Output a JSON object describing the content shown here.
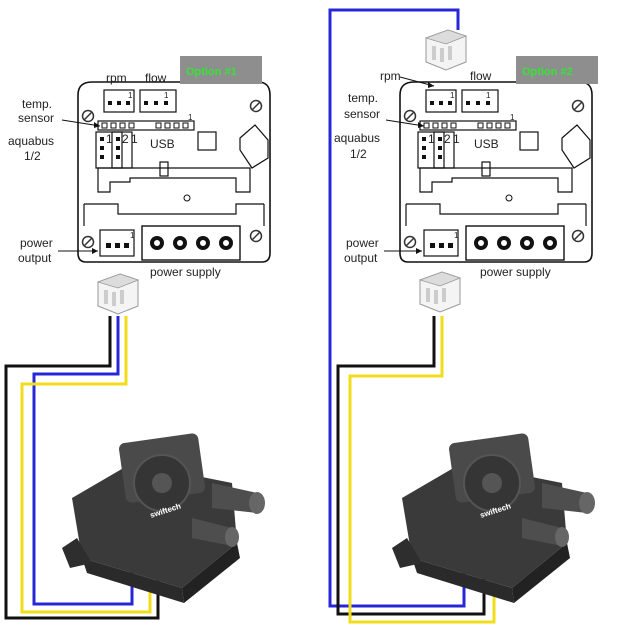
{
  "panels": [
    {
      "option_label": "Option #1",
      "labels": {
        "rpm": "rpm",
        "flow": "flow",
        "temp": "temp.",
        "sensor": "sensor",
        "aquabus": "aquabus",
        "aquabus_ch": "1/2",
        "usb": "USB",
        "power": "power",
        "output": "output",
        "power_supply": "power supply",
        "pin1_rpm": "1",
        "pin1_flow": "1",
        "pin2_aquabus": "2",
        "pin1_aquabus_a": "1",
        "pin1_aquabus_b": "1",
        "pin1_usb": "1",
        "pin1_power": "1"
      },
      "pump_brand": "swiftech"
    },
    {
      "option_label": "Option #2",
      "labels": {
        "rpm": "rpm",
        "flow": "flow",
        "temp": "temp.",
        "sensor": "sensor",
        "aquabus": "aquabus",
        "aquabus_ch": "1/2",
        "usb": "USB",
        "power": "power",
        "output": "output",
        "power_supply": "power supply",
        "pin1_rpm": "1",
        "pin1_flow": "1",
        "pin2_aquabus": "2",
        "pin1_aquabus_a": "1",
        "pin1_aquabus_b": "1",
        "pin1_usb": "1",
        "pin1_power": "1"
      },
      "pump_brand": "swiftech"
    }
  ],
  "colors": {
    "wire_blue": "#2727d8",
    "wire_yellow": "#f2dd1a",
    "wire_black": "#111111",
    "option_badge_bg": "#8e8e8e",
    "option_text": "#39e23a"
  }
}
